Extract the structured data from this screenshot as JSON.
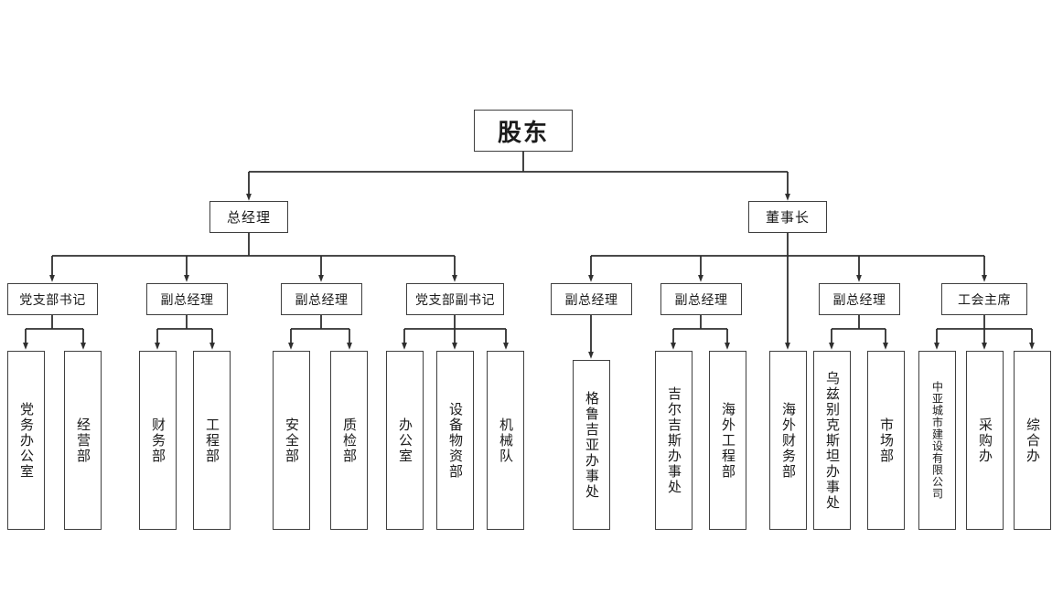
{
  "chart_title": "",
  "style": {
    "box_border_color": "#3f3f3f",
    "line_color": "#2f2f2f",
    "background": "#ffffff",
    "text_color": "#1b1b1b"
  },
  "root": {
    "label": "股东"
  },
  "level2": [
    {
      "label": "总经理"
    },
    {
      "label": "董事长"
    }
  ],
  "level3_left": [
    {
      "label": "党支部书记"
    },
    {
      "label": "副总经理"
    },
    {
      "label": "副总经理"
    },
    {
      "label": "党支部副书记"
    }
  ],
  "level3_right": [
    {
      "label": "副总经理"
    },
    {
      "label": "副总经理"
    },
    {
      "label": "副总经理"
    },
    {
      "label": "工会主席"
    }
  ],
  "leaves": [
    {
      "label": "党务办公室",
      "parent": "党支部书记"
    },
    {
      "label": "经营部",
      "parent": "党支部书记"
    },
    {
      "label": "财务部",
      "parent": "副总经理"
    },
    {
      "label": "工程部",
      "parent": "副总经理"
    },
    {
      "label": "安全部",
      "parent": "副总经理"
    },
    {
      "label": "质检部",
      "parent": "副总经理"
    },
    {
      "label": "办公室",
      "parent": "党支部副书记"
    },
    {
      "label": "设备物资部",
      "parent": "党支部副书记"
    },
    {
      "label": "机械队",
      "parent": "党支部副书记"
    },
    {
      "label": "格鲁吉亚办事处",
      "parent": "副总经理"
    },
    {
      "label": "吉尔吉斯办事处",
      "parent": "副总经理"
    },
    {
      "label": "海外工程部",
      "parent": "副总经理"
    },
    {
      "label": "海外财务部",
      "parent": "董事长"
    },
    {
      "label": "乌兹别克斯坦办事处",
      "parent": "副总经理"
    },
    {
      "label": "市场部",
      "parent": "副总经理"
    },
    {
      "label": "中亚城市建设有限公司",
      "parent": "工会主席"
    },
    {
      "label": "采购办",
      "parent": "工会主席"
    },
    {
      "label": "综合办",
      "parent": "工会主席"
    }
  ]
}
